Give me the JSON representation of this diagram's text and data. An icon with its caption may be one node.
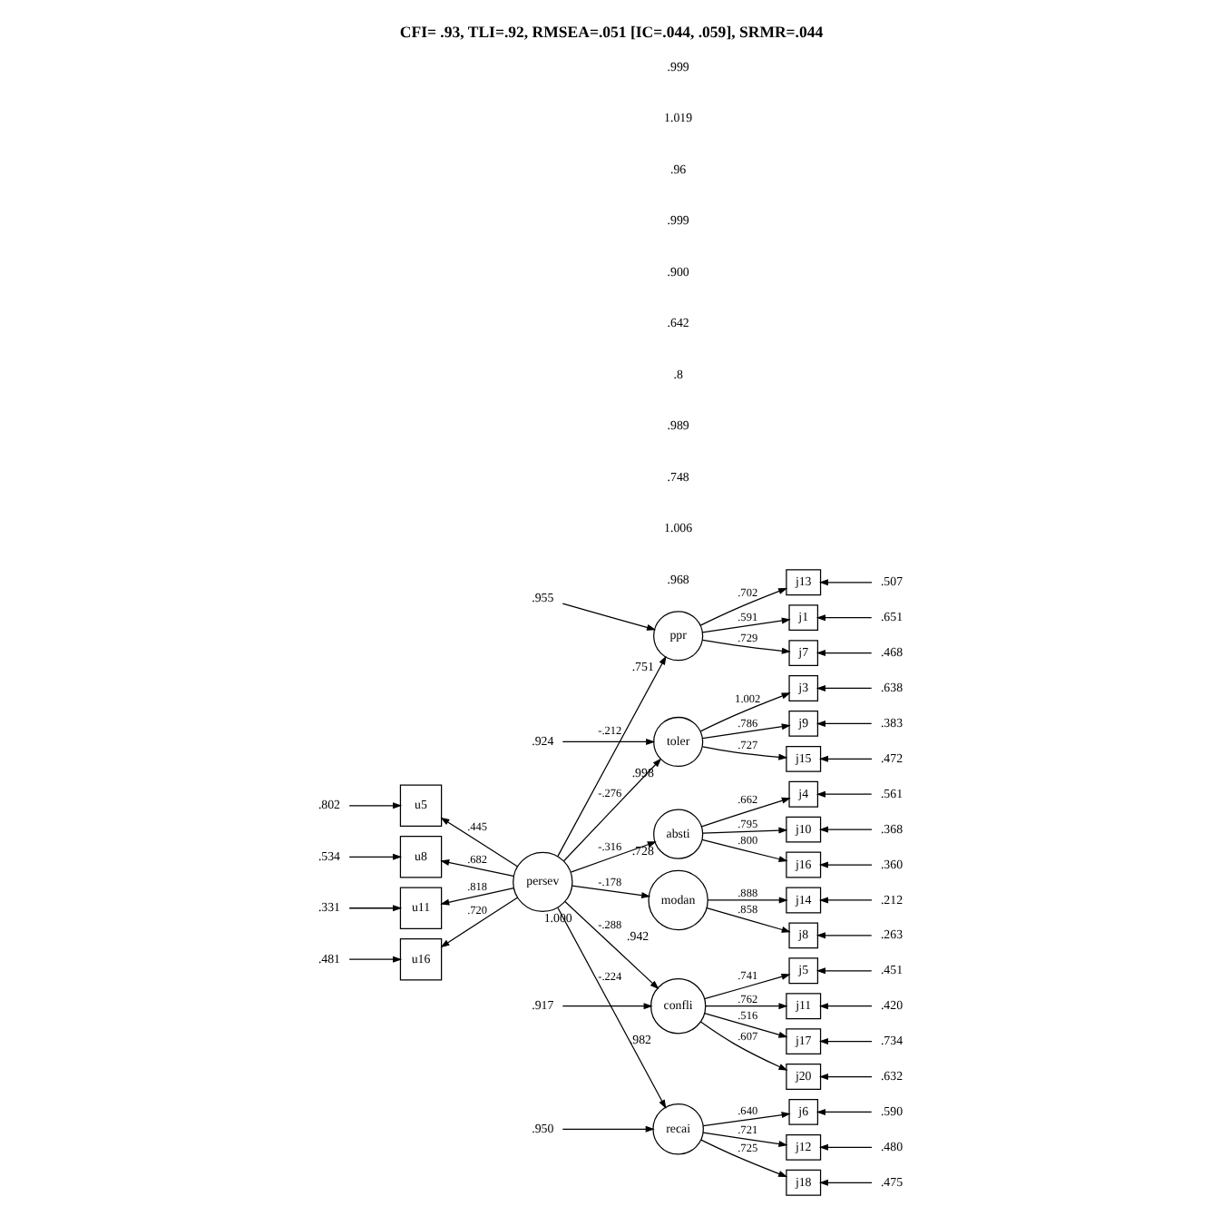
{
  "diagram": {
    "title": "CFI= .93, TLI=.92, RMSEA=.051 [IC=.044, .059], SRMR=.044",
    "nodes": [
      {
        "text": [
          "u5"
        ]
      },
      {
        "text": [
          "u8"
        ]
      },
      {
        "text": [
          "u11"
        ]
      },
      {
        "text": [
          "u16"
        ]
      },
      {
        "text": [
          "persev"
        ],
        "beside": [
          "1.000"
        ]
      },
      {
        "text": [
          "ppr"
        ],
        "beside": [
          ".751"
        ]
      },
      {
        "text": [
          "modan"
        ],
        "beside": [
          ".942"
        ]
      },
      {
        "text": [
          "toler"
        ],
        "beside": [
          ".998"
        ]
      },
      {
        "text": [
          "absti"
        ],
        "beside": [
          ".728"
        ]
      },
      {
        "text": [
          "confli"
        ],
        "beside": [
          ".982"
        ]
      },
      {
        "text": [
          "recai"
        ]
      },
      {
        "text": [
          "j1"
        ]
      },
      {
        "text": [
          "j7"
        ]
      },
      {
        "text": [
          "j13"
        ]
      },
      {
        "text": [
          "j8"
        ]
      },
      {
        "text": [
          "j14"
        ]
      },
      {
        "text": [
          "j3"
        ]
      },
      {
        "text": [
          "j9"
        ]
      },
      {
        "text": [
          "j15"
        ]
      },
      {
        "text": [
          "j4"
        ]
      },
      {
        "text": [
          "j10"
        ]
      },
      {
        "text": [
          "j16"
        ]
      },
      {
        "text": [
          "j5"
        ]
      },
      {
        "text": [
          "j11"
        ]
      },
      {
        "text": [
          "j17"
        ]
      },
      {
        "text": [
          "j20"
        ]
      },
      {
        "text": [
          "j6"
        ]
      },
      {
        "text": [
          "j12"
        ]
      },
      {
        "text": [
          "j18"
        ]
      },
      {
        "text": [
          ".802"
        ]
      },
      {
        "text": [
          ".534"
        ]
      },
      {
        "text": [
          ".331"
        ]
      },
      {
        "text": [
          ".481"
        ]
      },
      {
        "text": [
          ".651"
        ]
      },
      {
        "text": [
          ".468"
        ]
      },
      {
        "text": [
          ".507"
        ]
      },
      {
        "text": [
          ".263"
        ]
      },
      {
        "text": [
          ".212"
        ]
      },
      {
        "text": [
          ".638"
        ]
      },
      {
        "text": [
          ".383"
        ]
      },
      {
        "text": [
          ".472"
        ]
      },
      {
        "text": [
          ".561"
        ]
      },
      {
        "text": [
          ".368"
        ]
      },
      {
        "text": [
          ".360"
        ]
      },
      {
        "text": [
          ".451"
        ]
      },
      {
        "text": [
          ".420"
        ]
      },
      {
        "text": [
          ".734"
        ]
      },
      {
        "text": [
          ".632"
        ]
      },
      {
        "text": [
          ".590"
        ]
      },
      {
        "text": [
          ".480"
        ]
      },
      {
        "text": [
          ".475"
        ]
      },
      {
        "text": [
          ".955"
        ]
      },
      {
        "text": [
          ".924"
        ]
      },
      {
        "text": [
          ".917"
        ]
      },
      {
        "text": [
          ".950"
        ]
      }
    ],
    "edges": [
      {
        "from": 4,
        "to": 0,
        "arrow": "to",
        "label": ".445"
      },
      {
        "from": 4,
        "to": 1,
        "arrow": "to",
        "label": ".682"
      },
      {
        "from": 4,
        "to": 2,
        "arrow": "to",
        "label": ".818"
      },
      {
        "from": 4,
        "to": 3,
        "arrow": "to",
        "label": ".720"
      },
      {
        "from": 4,
        "to": 5,
        "arrow": "to",
        "label": "-.212"
      },
      {
        "from": 4,
        "to": 6,
        "arrow": "to",
        "label": "-.178"
      },
      {
        "from": 4,
        "to": 7,
        "arrow": "to",
        "label": "-.276"
      },
      {
        "from": 4,
        "to": 8,
        "arrow": "to",
        "label": "-.316"
      },
      {
        "from": 4,
        "to": 9,
        "arrow": "to",
        "label": "-.288"
      },
      {
        "from": 4,
        "to": 10,
        "arrow": "to",
        "label": "-.224"
      },
      {
        "from": 5,
        "to": 11,
        "arrow": "to",
        "label": ".591"
      },
      {
        "from": 5,
        "to": 12,
        "arrow": "to",
        "label": ".729"
      },
      {
        "from": 5,
        "to": 13,
        "arrow": "to",
        "label": ".702"
      },
      {
        "from": 6,
        "to": 14,
        "arrow": "to",
        "label": ".858"
      },
      {
        "from": 6,
        "to": 15,
        "arrow": "to",
        "label": ".888"
      },
      {
        "from": 7,
        "to": 16,
        "arrow": "to",
        "label": "1.002"
      },
      {
        "from": 7,
        "to": 17,
        "arrow": "to",
        "label": ".786"
      },
      {
        "from": 7,
        "to": 18,
        "arrow": "to",
        "label": ".727"
      },
      {
        "from": 8,
        "to": 19,
        "arrow": "to",
        "label": ".662"
      },
      {
        "from": 8,
        "to": 20,
        "arrow": "to",
        "label": ".795"
      },
      {
        "from": 8,
        "to": 21,
        "arrow": "to",
        "label": ".800"
      },
      {
        "from": 9,
        "to": 22,
        "arrow": "to",
        "label": ".741"
      },
      {
        "from": 9,
        "to": 23,
        "arrow": "to",
        "label": ".762"
      },
      {
        "from": 9,
        "to": 24,
        "arrow": "to",
        "label": ".516"
      },
      {
        "from": 9,
        "to": 25,
        "arrow": "to",
        "label": ".607"
      },
      {
        "from": 10,
        "to": 26,
        "arrow": "to",
        "label": ".640"
      },
      {
        "from": 10,
        "to": 27,
        "arrow": "to",
        "label": ".721"
      },
      {
        "from": 10,
        "to": 28,
        "arrow": "to",
        "label": ".725"
      },
      {
        "from": 29,
        "to": 0,
        "arrow": "to"
      },
      {
        "from": 30,
        "to": 1,
        "arrow": "to"
      },
      {
        "from": 31,
        "to": 2,
        "arrow": "to"
      },
      {
        "from": 32,
        "to": 3,
        "arrow": "to"
      },
      {
        "from": 33,
        "to": 11,
        "arrow": "to"
      },
      {
        "from": 34,
        "to": 12,
        "arrow": "to"
      },
      {
        "from": 35,
        "to": 13,
        "arrow": "to"
      },
      {
        "from": 36,
        "to": 14,
        "arrow": "to"
      },
      {
        "from": 37,
        "to": 15,
        "arrow": "to"
      },
      {
        "from": 38,
        "to": 16,
        "arrow": "to"
      },
      {
        "from": 39,
        "to": 17,
        "arrow": "to"
      },
      {
        "from": 40,
        "to": 18,
        "arrow": "to"
      },
      {
        "from": 41,
        "to": 19,
        "arrow": "to"
      },
      {
        "from": 42,
        "to": 20,
        "arrow": "to"
      },
      {
        "from": 43,
        "to": 21,
        "arrow": "to"
      },
      {
        "from": 44,
        "to": 22,
        "arrow": "to"
      },
      {
        "from": 45,
        "to": 23,
        "arrow": "to"
      },
      {
        "from": 46,
        "to": 24,
        "arrow": "to"
      },
      {
        "from": 47,
        "to": 25,
        "arrow": "to"
      },
      {
        "from": 48,
        "to": 26,
        "arrow": "to"
      },
      {
        "from": 49,
        "to": 27,
        "arrow": "to"
      },
      {
        "from": 50,
        "to": 28,
        "arrow": "to"
      },
      {
        "from": 51,
        "to": 5,
        "arrow": "to"
      },
      {
        "from": 52,
        "to": 7,
        "arrow": "to"
      },
      {
        "from": 53,
        "to": 9,
        "arrow": "to"
      },
      {
        "from": 54,
        "to": 10,
        "arrow": "to"
      }
    ],
    "labels": [
      ".968",
      "1.006",
      ".748",
      ".989",
      ".8",
      ".642",
      ".900",
      ".999",
      ".96",
      "1.019",
      ".999"
    ]
  }
}
